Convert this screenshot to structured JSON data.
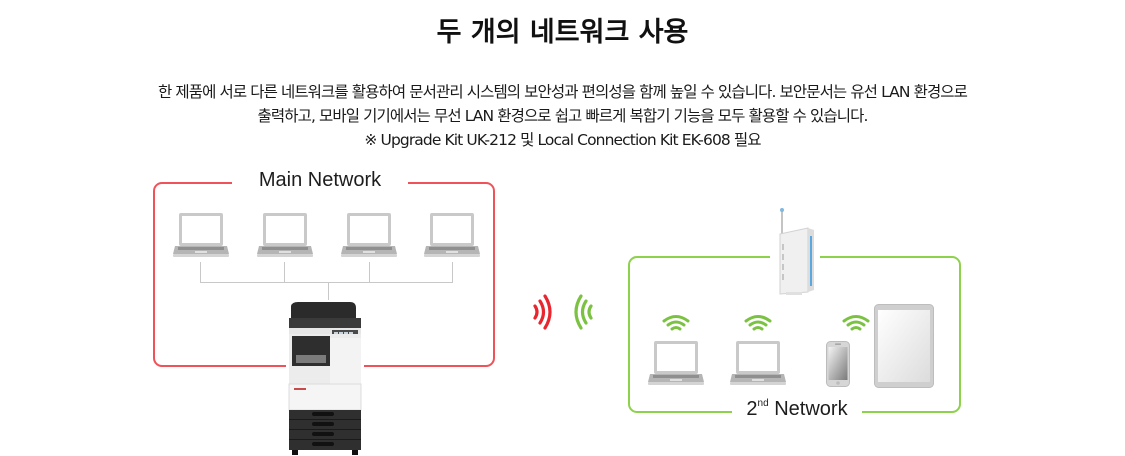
{
  "title": "두 개의 네트워크 사용",
  "description": {
    "lines": [
      "한 제품에 서로 다른 네트워크를 활용하여 문서관리 시스템의 보안성과 편의성을 함께 높일 수 있습니다. 보안문서는 유선 LAN 환경으로",
      "출력하고, 모바일 기기에서는 무선 LAN 환경으로 쉽고 빠르게 복합기 기능을 모두 활용할 수 있습니다.",
      "※ Upgrade Kit UK-212 및 Local Connection Kit EK-608 필요"
    ]
  },
  "diagram": {
    "main_network": {
      "label": "Main Network",
      "color": "#f0525a",
      "devices": [
        "laptop",
        "laptop",
        "laptop",
        "laptop"
      ],
      "hub_device": "multifunction-printer",
      "connection": "wired"
    },
    "signal": {
      "outgoing_color": "#e8262f",
      "incoming_color": "#7cc242"
    },
    "second_network": {
      "label_number": "2",
      "label_suffix": "nd",
      "label_text": "Network",
      "color": "#8cd24a",
      "access_point": "wireless-router",
      "devices": [
        "laptop",
        "laptop",
        "smartphone",
        "tablet"
      ],
      "connection": "wireless"
    }
  }
}
